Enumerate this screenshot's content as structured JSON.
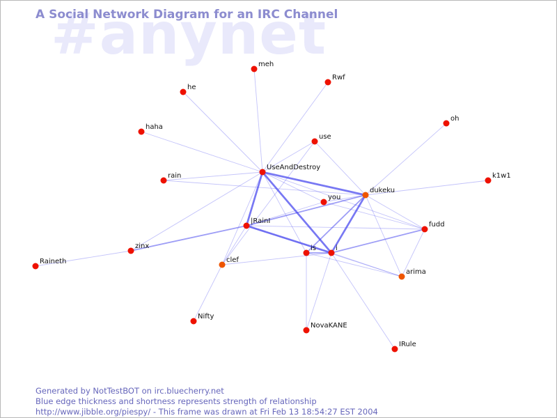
{
  "title": "A Social Network Diagram for an IRC Channel",
  "watermark": "#anynet",
  "footer": {
    "line1": "Generated by NotTestBOT on irc.bluecherry.net",
    "line2": "Blue edge thickness and shortness represents strength of relationship",
    "line3": "http://www.jibble.org/piespy/ - This frame was drawn at Fri Feb 13 18:54:27 EST 2004"
  },
  "colors": {
    "node": "#ee1100",
    "node_highlight": "#ee5500",
    "edge": "#4444ee",
    "title": "#8c8ccf",
    "watermark": "#e9e9fb",
    "footer": "#6666bb"
  },
  "nodes": [
    {
      "id": "meh",
      "label": "meh"
    },
    {
      "id": "Rwf",
      "label": "Rwf"
    },
    {
      "id": "he",
      "label": "he"
    },
    {
      "id": "oh",
      "label": "oh"
    },
    {
      "id": "haha",
      "label": "haha"
    },
    {
      "id": "use",
      "label": "use"
    },
    {
      "id": "UseAndDestroy",
      "label": "UseAndDestroy"
    },
    {
      "id": "rain",
      "label": "rain"
    },
    {
      "id": "k1w1",
      "label": "k1w1"
    },
    {
      "id": "dukeku",
      "label": "dukeku",
      "highlight": true
    },
    {
      "id": "you",
      "label": "you"
    },
    {
      "id": "IRainI",
      "label": "|RainI"
    },
    {
      "id": "fudd",
      "label": "fudd"
    },
    {
      "id": "zinx",
      "label": "zinx"
    },
    {
      "id": "is",
      "label": "is"
    },
    {
      "id": "i",
      "label": "i"
    },
    {
      "id": "Raineth",
      "label": "Raineth"
    },
    {
      "id": "clef",
      "label": "clef",
      "highlight": true
    },
    {
      "id": "arima",
      "label": "arima",
      "highlight": true
    },
    {
      "id": "Nifty",
      "label": "Nifty"
    },
    {
      "id": "NovaKANE",
      "label": "NovaKANE"
    },
    {
      "id": "IRule",
      "label": "IRule"
    }
  ],
  "edges": [
    {
      "from": "meh",
      "to": "UseAndDestroy",
      "weight": 1
    },
    {
      "from": "Rwf",
      "to": "UseAndDestroy",
      "weight": 1
    },
    {
      "from": "he",
      "to": "UseAndDestroy",
      "weight": 1
    },
    {
      "from": "haha",
      "to": "UseAndDestroy",
      "weight": 1
    },
    {
      "from": "rain",
      "to": "UseAndDestroy",
      "weight": 1
    },
    {
      "from": "use",
      "to": "UseAndDestroy",
      "weight": 1
    },
    {
      "from": "use",
      "to": "dukeku",
      "weight": 1
    },
    {
      "from": "use",
      "to": "clef",
      "weight": 1
    },
    {
      "from": "oh",
      "to": "dukeku",
      "weight": 1
    },
    {
      "from": "k1w1",
      "to": "dukeku",
      "weight": 1
    },
    {
      "from": "rain",
      "to": "dukeku",
      "weight": 1
    },
    {
      "from": "UseAndDestroy",
      "to": "dukeku",
      "weight": 3
    },
    {
      "from": "UseAndDestroy",
      "to": "IRainI",
      "weight": 3
    },
    {
      "from": "UseAndDestroy",
      "to": "i",
      "weight": 3
    },
    {
      "from": "UseAndDestroy",
      "to": "is",
      "weight": 1
    },
    {
      "from": "UseAndDestroy",
      "to": "clef",
      "weight": 1
    },
    {
      "from": "UseAndDestroy",
      "to": "fudd",
      "weight": 1
    },
    {
      "from": "UseAndDestroy",
      "to": "zinx",
      "weight": 1
    },
    {
      "from": "UseAndDestroy",
      "to": "you",
      "weight": 1
    },
    {
      "from": "you",
      "to": "IRainI",
      "weight": 1
    },
    {
      "from": "you",
      "to": "dukeku",
      "weight": 1
    },
    {
      "from": "you",
      "to": "fudd",
      "weight": 1
    },
    {
      "from": "dukeku",
      "to": "IRainI",
      "weight": 2
    },
    {
      "from": "dukeku",
      "to": "i",
      "weight": 3
    },
    {
      "from": "dukeku",
      "to": "is",
      "weight": 2
    },
    {
      "from": "dukeku",
      "to": "arima",
      "weight": 1
    },
    {
      "from": "dukeku",
      "to": "fudd",
      "weight": 1
    },
    {
      "from": "IRainI",
      "to": "i",
      "weight": 3
    },
    {
      "from": "IRainI",
      "to": "zinx",
      "weight": 2
    },
    {
      "from": "IRainI",
      "to": "clef",
      "weight": 1
    },
    {
      "from": "IRainI",
      "to": "arima",
      "weight": 1
    },
    {
      "from": "IRainI",
      "to": "fudd",
      "weight": 1
    },
    {
      "from": "zinx",
      "to": "Raineth",
      "weight": 1
    },
    {
      "from": "is",
      "to": "i",
      "weight": 2
    },
    {
      "from": "is",
      "to": "NovaKANE",
      "weight": 1
    },
    {
      "from": "is",
      "to": "arima",
      "weight": 1
    },
    {
      "from": "i",
      "to": "fudd",
      "weight": 2
    },
    {
      "from": "i",
      "to": "arima",
      "weight": 1
    },
    {
      "from": "i",
      "to": "NovaKANE",
      "weight": 1
    },
    {
      "from": "i",
      "to": "IRule",
      "weight": 1
    },
    {
      "from": "fudd",
      "to": "arima",
      "weight": 1
    },
    {
      "from": "clef",
      "to": "i",
      "weight": 1
    },
    {
      "from": "clef",
      "to": "Nifty",
      "weight": 1
    }
  ]
}
